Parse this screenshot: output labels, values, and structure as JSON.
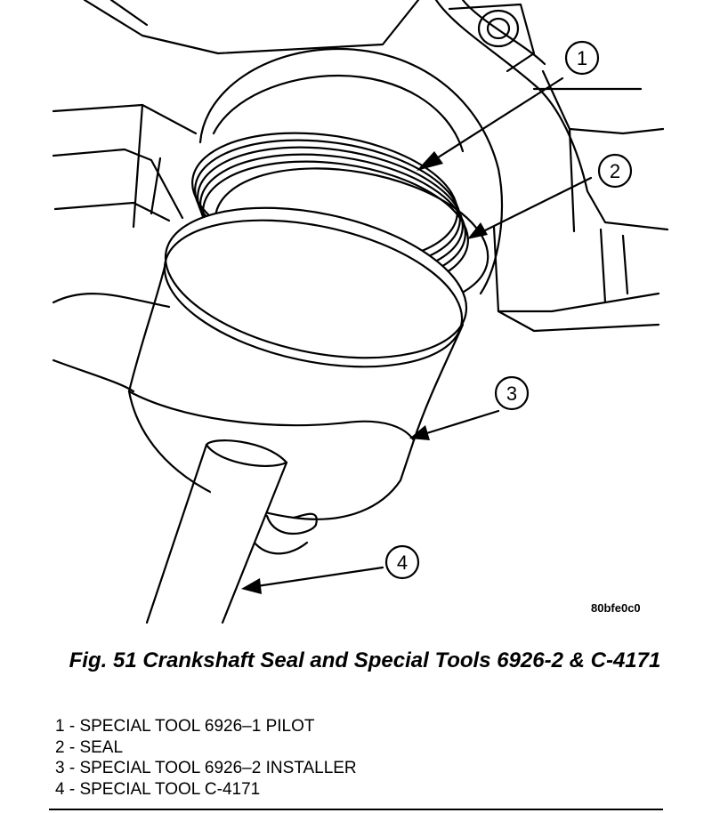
{
  "figure": {
    "callouts": [
      {
        "number": "1"
      },
      {
        "number": "2"
      },
      {
        "number": "3"
      },
      {
        "number": "4"
      }
    ],
    "drawing_code": "80bfe0c0"
  },
  "caption": "Fig. 51 Crankshaft Seal and Special Tools 6926-2 & C-4171",
  "legend": [
    "1 - SPECIAL TOOL 6926–1 PILOT",
    "2 - SEAL",
    "3 - SPECIAL TOOL 6926–2 INSTALLER",
    "4 - SPECIAL TOOL C-4171"
  ]
}
